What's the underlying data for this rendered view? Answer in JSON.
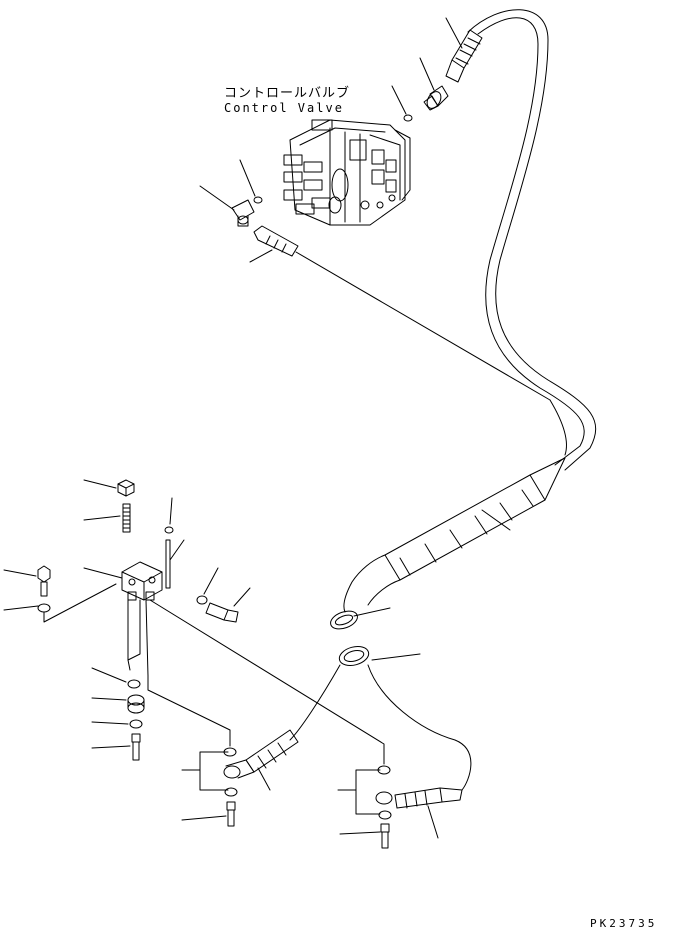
{
  "title_jp": "コントロールバルブ",
  "title_en": "Control Valve",
  "drawing_code": "PK23735"
}
